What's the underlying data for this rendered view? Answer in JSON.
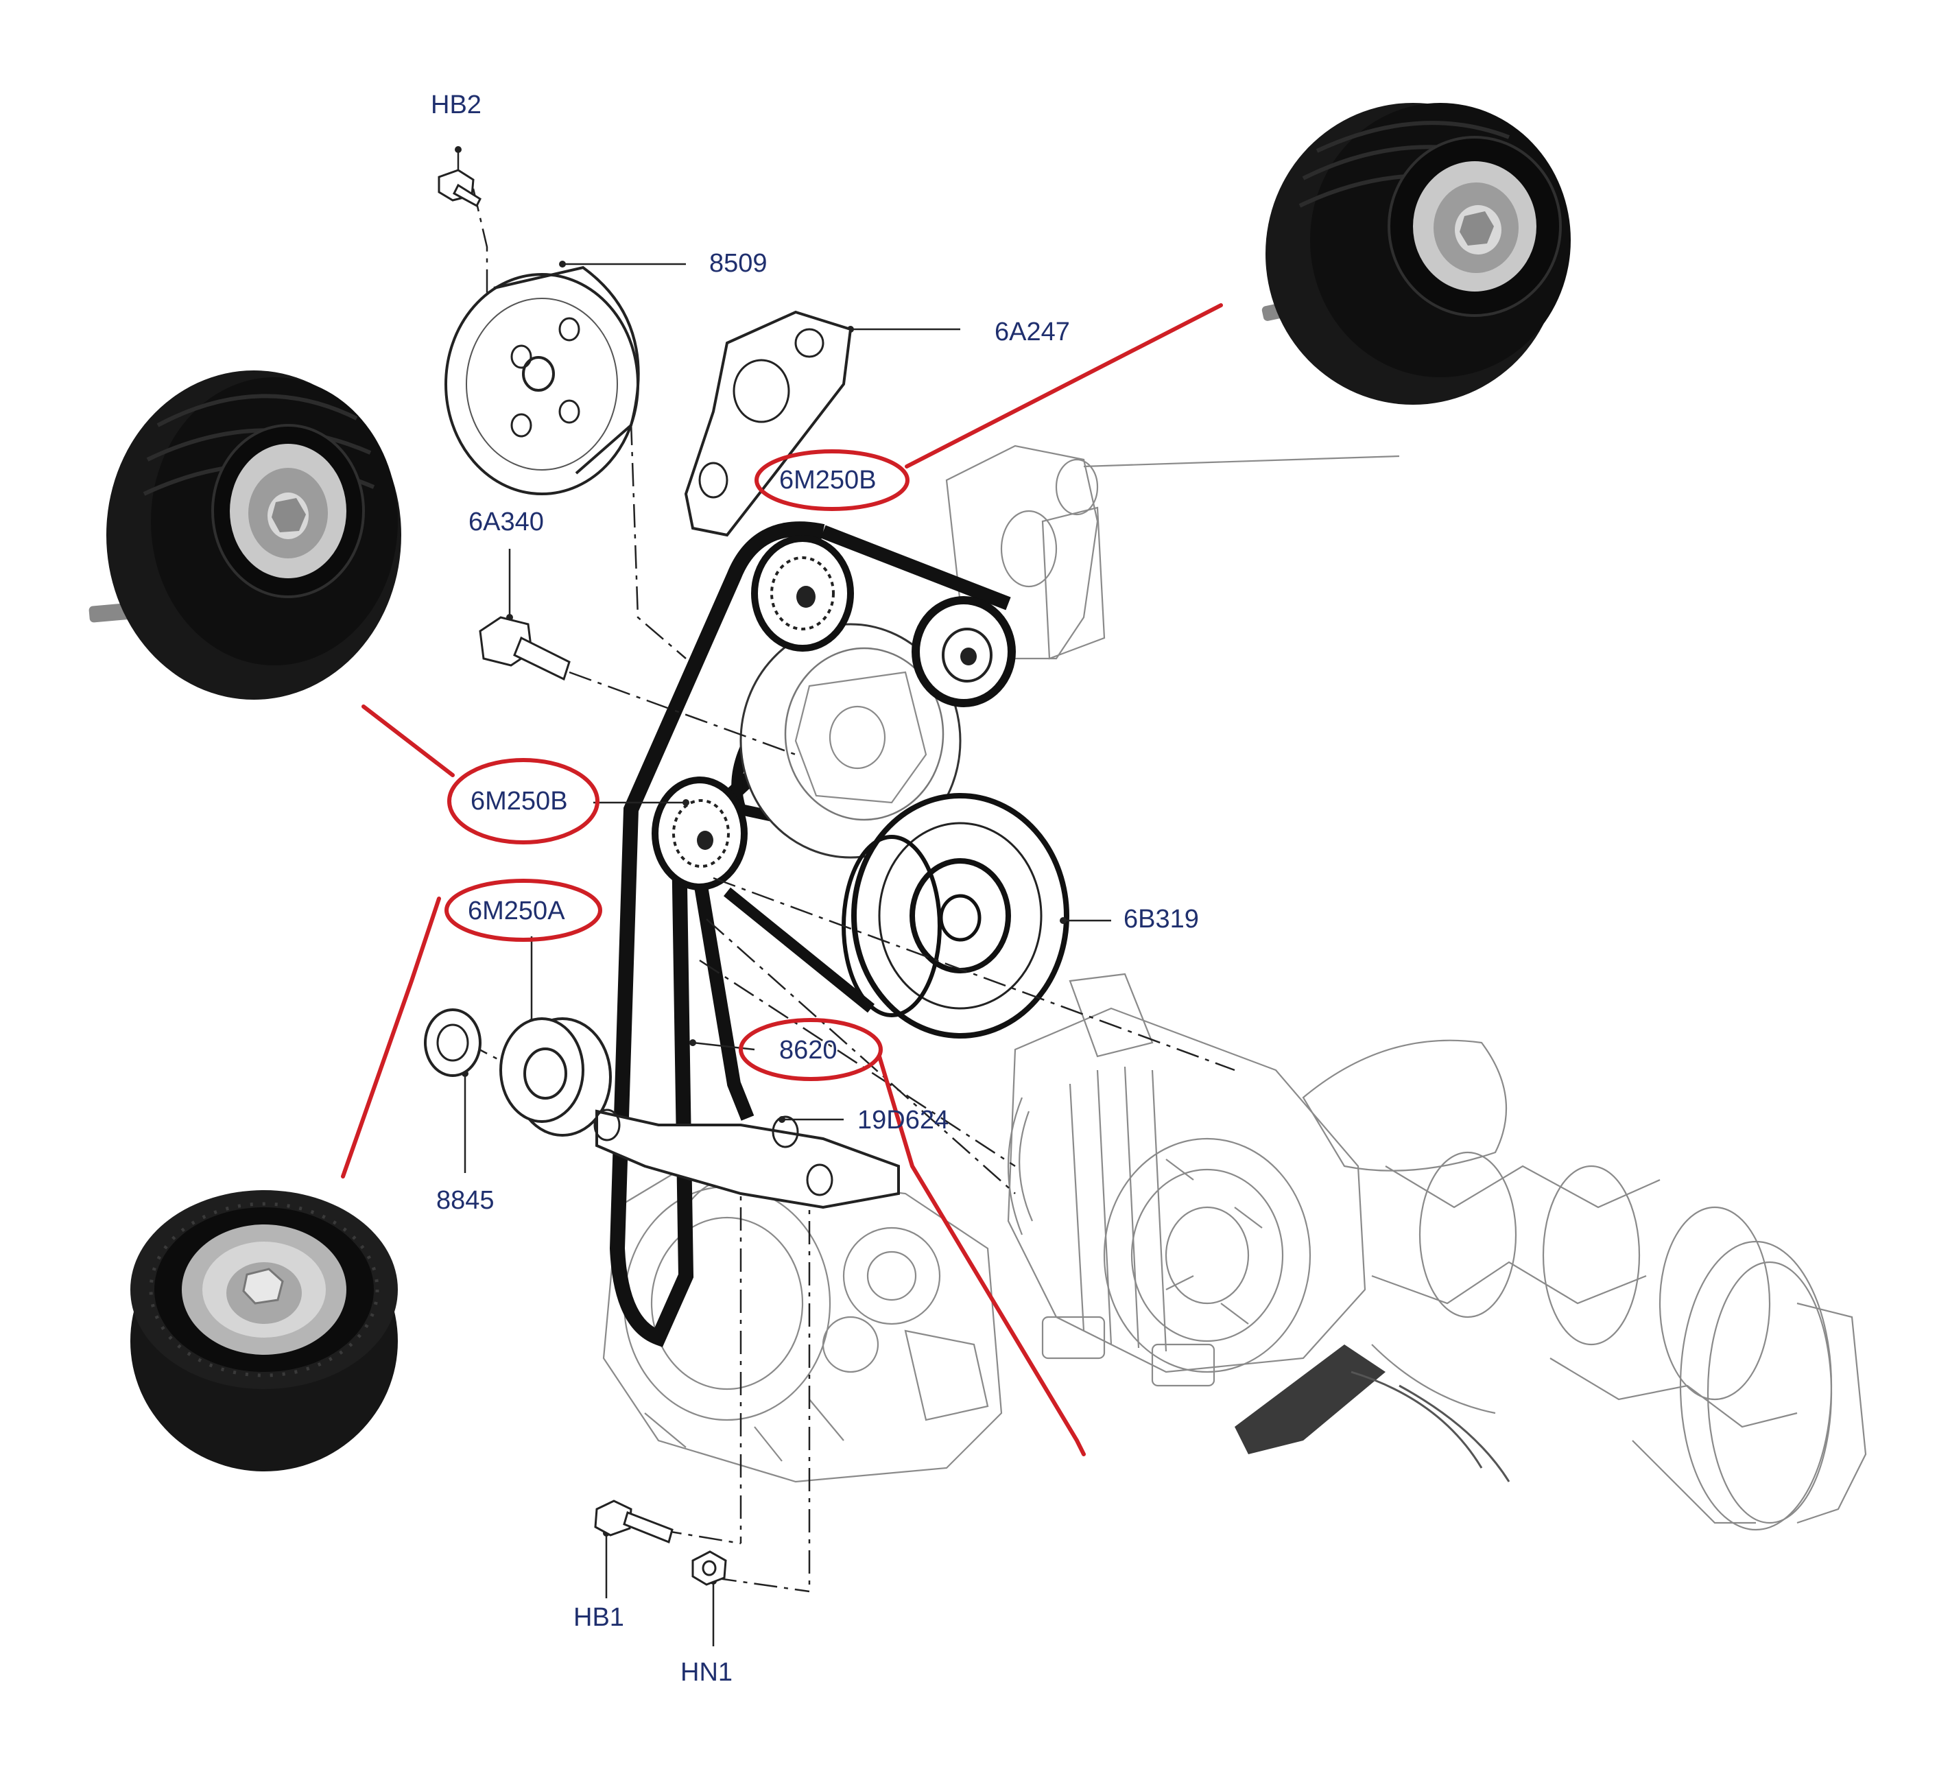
{
  "labels": {
    "hb2": "HB2",
    "p8509": "8509",
    "p6a247": "6A247",
    "p6a340": "6A340",
    "p6m250b_top": "6M250B",
    "p6m250b_left": "6M250B",
    "p6m250a": "6M250A",
    "p6b319": "6B319",
    "p8620": "8620",
    "p19d624": "19D624",
    "p8845": "8845",
    "hb1": "HB1",
    "hn1": "HN1"
  },
  "colors": {
    "label_text": "#1f2f6e",
    "highlight_ring": "#cf1f25",
    "pulley_body": "#111111",
    "pulley_hub": "#c9c9c9",
    "line_art": "#8a8a8a"
  },
  "highlighted": [
    "6M250B",
    "6M250B",
    "6M250A",
    "8620"
  ]
}
